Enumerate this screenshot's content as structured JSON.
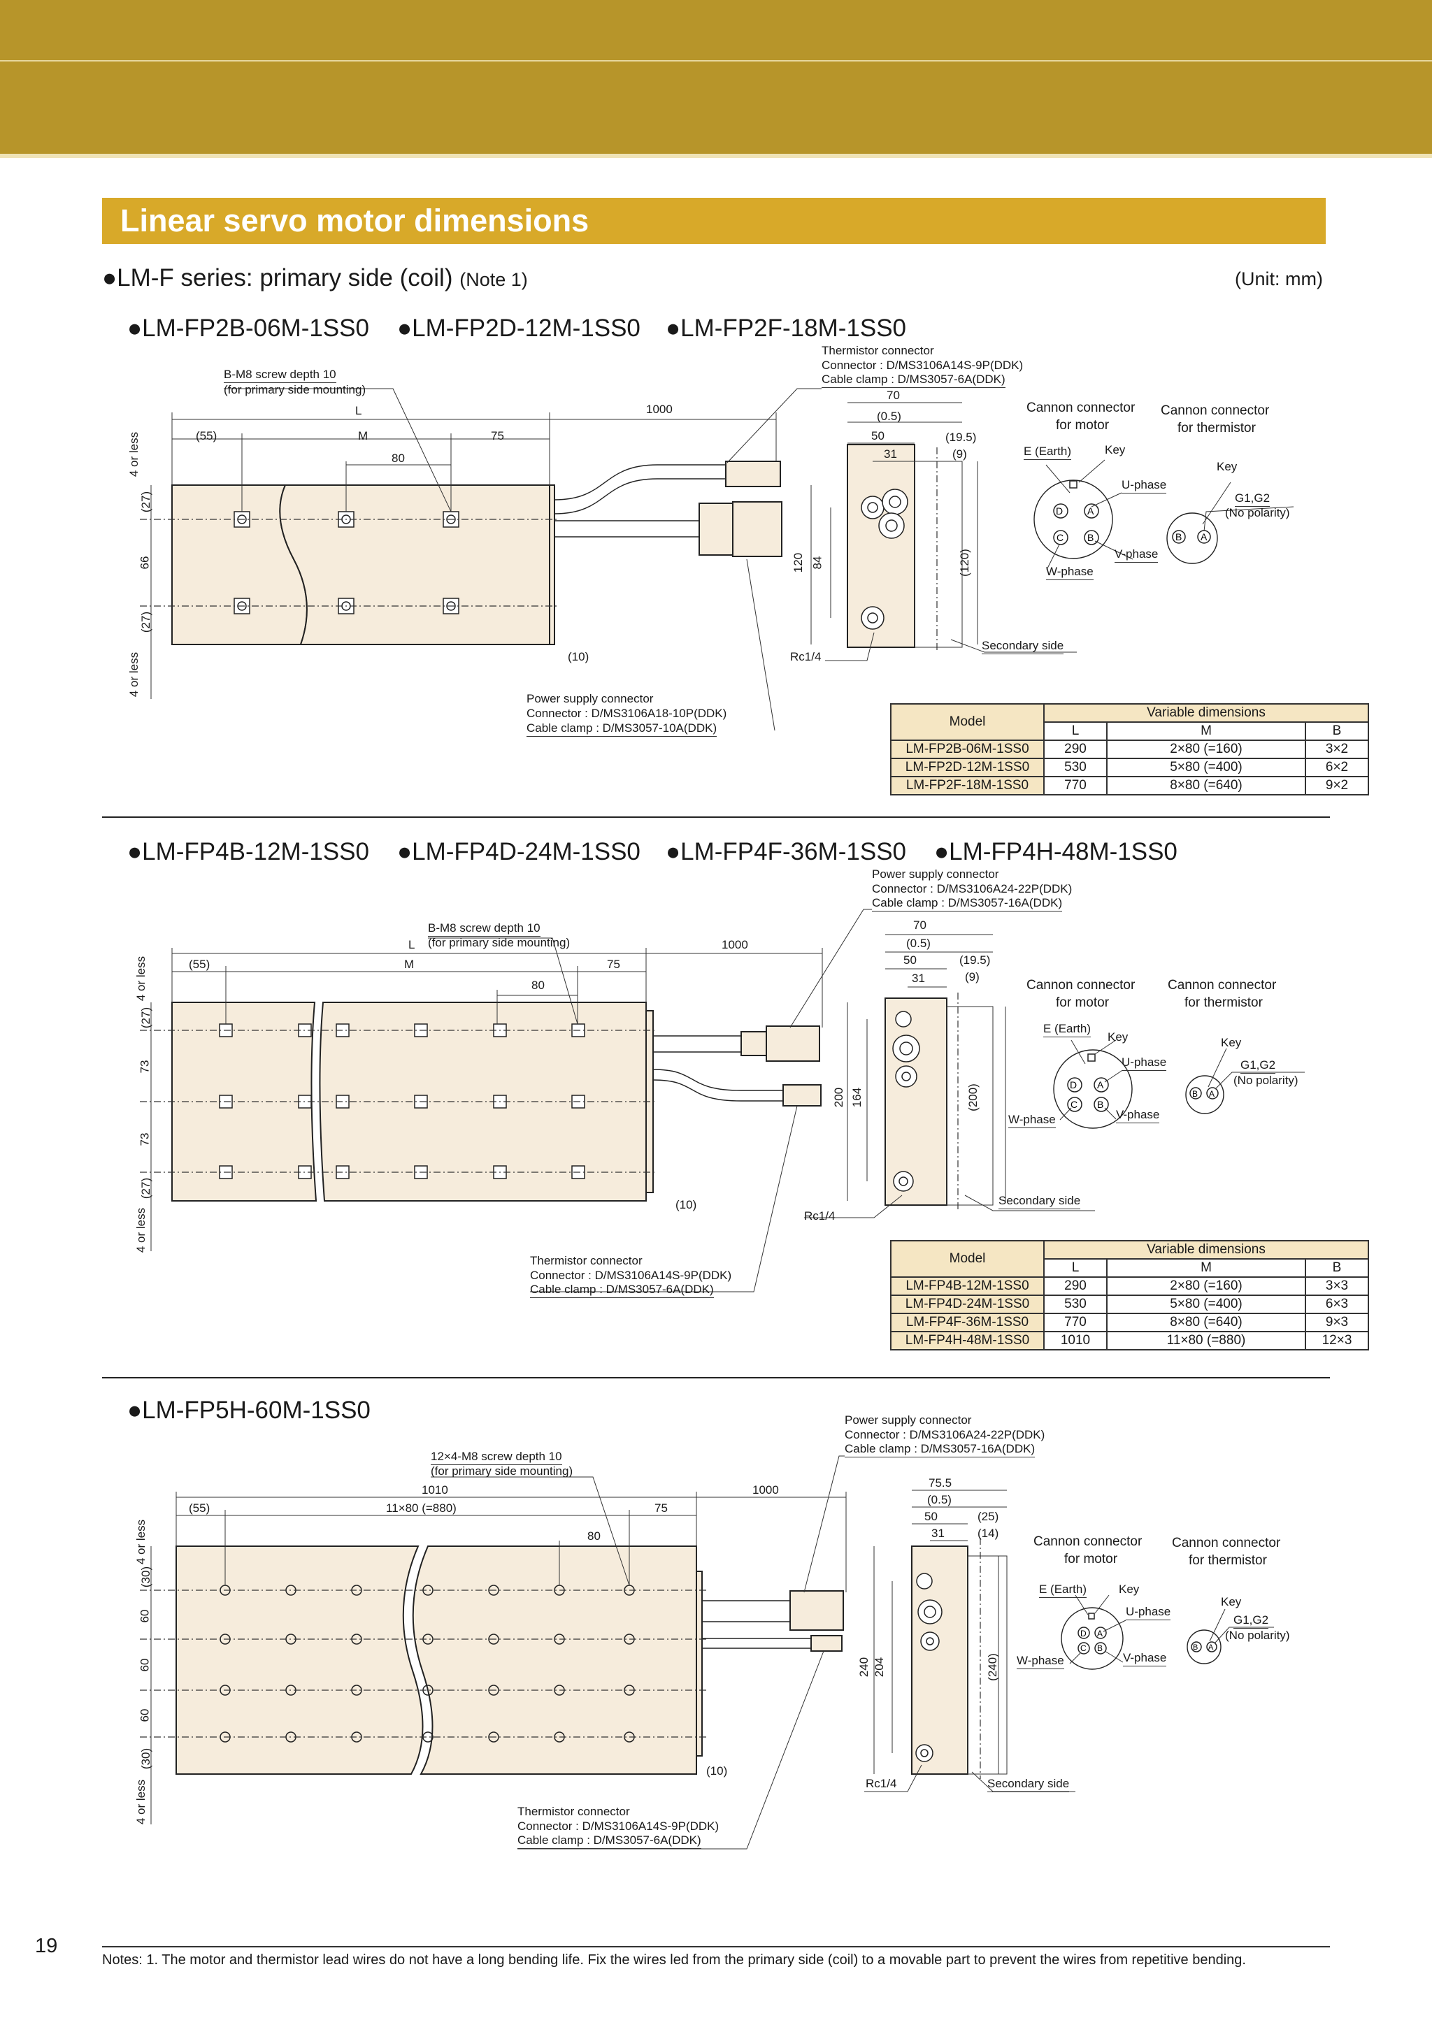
{
  "page": {
    "number": "19",
    "section_title": "Linear servo motor dimensions"
  },
  "series": {
    "title": "●LM-F series: primary side (coil)",
    "note_ref": "(Note 1)",
    "unit": "(Unit: mm)"
  },
  "group1": {
    "models": [
      "●LM-FP2B-06M-1SS0",
      "●LM-FP2D-12M-1SS0",
      "●LM-FP2F-18M-1SS0"
    ],
    "screw": [
      "B-M8 screw depth 10",
      "(for primary side mounting)"
    ],
    "thermistor": [
      "Thermistor connector",
      "Connector : D/MS3106A14S-9P(DDK)",
      "Cable clamp : D/MS3057-6A(DDK)"
    ],
    "power": [
      "Power supply connector",
      "Connector : D/MS3106A18-10P(DDK)",
      "Cable clamp : D/MS3057-10A(DDK)"
    ],
    "dims": {
      "L": "L",
      "M": "M",
      "d55": "(55)",
      "d75": "75",
      "d80": "80",
      "d1000": "1000",
      "d10": "(10)",
      "v4a": "4 or less",
      "v27a": "(27)",
      "v66": "66",
      "v27b": "(27)",
      "v4b": "4 or less",
      "s70": "70",
      "s05": "(0.5)",
      "s50": "50",
      "s31": "31",
      "s195": "(19.5)",
      "s9": "(9)",
      "s120": "120",
      "s84": "84",
      "s120p": "(120)",
      "rc": "Rc1/4",
      "sec": "Secondary side"
    },
    "cannon_motor": [
      "Cannon connector",
      "for motor"
    ],
    "cannon_therm": [
      "Cannon connector",
      "for thermistor"
    ],
    "pins": {
      "earth": "E (Earth)",
      "key": "Key",
      "u": "U-phase",
      "v": "V-phase",
      "w": "W-phase",
      "g": "G1,G2",
      "nopol": "(No polarity)",
      "key2": "Key"
    },
    "table": {
      "model_header": "Model",
      "var_header": "Variable dimensions",
      "cols": [
        "L",
        "M",
        "B"
      ],
      "rows": [
        {
          "model": "LM-FP2B-06M-1SS0",
          "L": "290",
          "M": "2×80 (=160)",
          "B": "3×2"
        },
        {
          "model": "LM-FP2D-12M-1SS0",
          "L": "530",
          "M": "5×80 (=400)",
          "B": "6×2"
        },
        {
          "model": "LM-FP2F-18M-1SS0",
          "L": "770",
          "M": "8×80 (=640)",
          "B": "9×2"
        }
      ]
    }
  },
  "group2": {
    "models": [
      "●LM-FP4B-12M-1SS0",
      "●LM-FP4D-24M-1SS0",
      "●LM-FP4F-36M-1SS0",
      "●LM-FP4H-48M-1SS0"
    ],
    "screw": [
      "B-M8 screw depth 10",
      "(for primary side mounting)"
    ],
    "power": [
      "Power supply connector",
      "Connector : D/MS3106A24-22P(DDK)",
      "Cable clamp : D/MS3057-16A(DDK)"
    ],
    "thermistor": [
      "Thermistor connector",
      "Connector : D/MS3106A14S-9P(DDK)",
      "Cable clamp : D/MS3057-6A(DDK)"
    ],
    "dims": {
      "L": "L",
      "M": "M",
      "d55": "(55)",
      "d75": "75",
      "d80": "80",
      "d1000": "1000",
      "d10": "(10)",
      "v4a": "4 or less",
      "v27a": "(27)",
      "v73a": "73",
      "v73b": "73",
      "v27b": "(27)",
      "v4b": "4 or less",
      "s70": "70",
      "s05": "(0.5)",
      "s50": "50",
      "s31": "31",
      "s195": "(19.5)",
      "s9": "(9)",
      "s200": "200",
      "s164": "164",
      "s200p": "(200)",
      "rc": "Rc1/4",
      "sec": "Secondary side"
    },
    "cannon_motor": [
      "Cannon connector",
      "for motor"
    ],
    "cannon_therm": [
      "Cannon connector",
      "for thermistor"
    ],
    "pins": {
      "earth": "E (Earth)",
      "key": "Key",
      "u": "U-phase",
      "v": "V-phase",
      "w": "W-phase",
      "g": "G1,G2",
      "nopol": "(No polarity)",
      "key2": "Key"
    },
    "table": {
      "model_header": "Model",
      "var_header": "Variable dimensions",
      "cols": [
        "L",
        "M",
        "B"
      ],
      "rows": [
        {
          "model": "LM-FP4B-12M-1SS0",
          "L": "290",
          "M": "2×80 (=160)",
          "B": "3×3"
        },
        {
          "model": "LM-FP4D-24M-1SS0",
          "L": "530",
          "M": "5×80 (=400)",
          "B": "6×3"
        },
        {
          "model": "LM-FP4F-36M-1SS0",
          "L": "770",
          "M": "8×80 (=640)",
          "B": "9×3"
        },
        {
          "model": "LM-FP4H-48M-1SS0",
          "L": "1010",
          "M": "11×80 (=880)",
          "B": "12×3"
        }
      ]
    }
  },
  "group3": {
    "models": [
      "●LM-FP5H-60M-1SS0"
    ],
    "screw": [
      "12×4-M8 screw depth 10",
      "(for primary side mounting)"
    ],
    "power": [
      "Power supply connector",
      "Connector : D/MS3106A24-22P(DDK)",
      "Cable clamp : D/MS3057-16A(DDK)"
    ],
    "thermistor": [
      "Thermistor connector",
      "Connector : D/MS3106A14S-9P(DDK)",
      "Cable clamp : D/MS3057-6A(DDK)"
    ],
    "dims": {
      "L": "1010",
      "M": "11×80 (=880)",
      "d55": "(55)",
      "d75": "75",
      "d80": "80",
      "d1000": "1000",
      "d10": "(10)",
      "v4a": "4 or less",
      "v30a": "(30)",
      "v60a": "60",
      "v60b": "60",
      "v60c": "60",
      "v30b": "(30)",
      "v4b": "4 or less",
      "s755": "75.5",
      "s05": "(0.5)",
      "s50": "50",
      "s31": "31",
      "s25": "(25)",
      "s14": "(14)",
      "s240": "240",
      "s204": "204",
      "s240p": "(240)",
      "rc": "Rc1/4",
      "sec": "Secondary side"
    },
    "cannon_motor": [
      "Cannon connector",
      "for motor"
    ],
    "cannon_therm": [
      "Cannon connector",
      "for thermistor"
    ],
    "pins": {
      "earth": "E (Earth)",
      "key": "Key",
      "u": "U-phase",
      "v": "V-phase",
      "w": "W-phase",
      "g": "G1,G2",
      "nopol": "(No polarity)",
      "key2": "Key"
    }
  },
  "footnote": "Notes: 1. The motor and thermistor lead wires do not have a long bending life. Fix the wires led from the primary side (coil) to a movable part to prevent the wires from repetitive bending."
}
